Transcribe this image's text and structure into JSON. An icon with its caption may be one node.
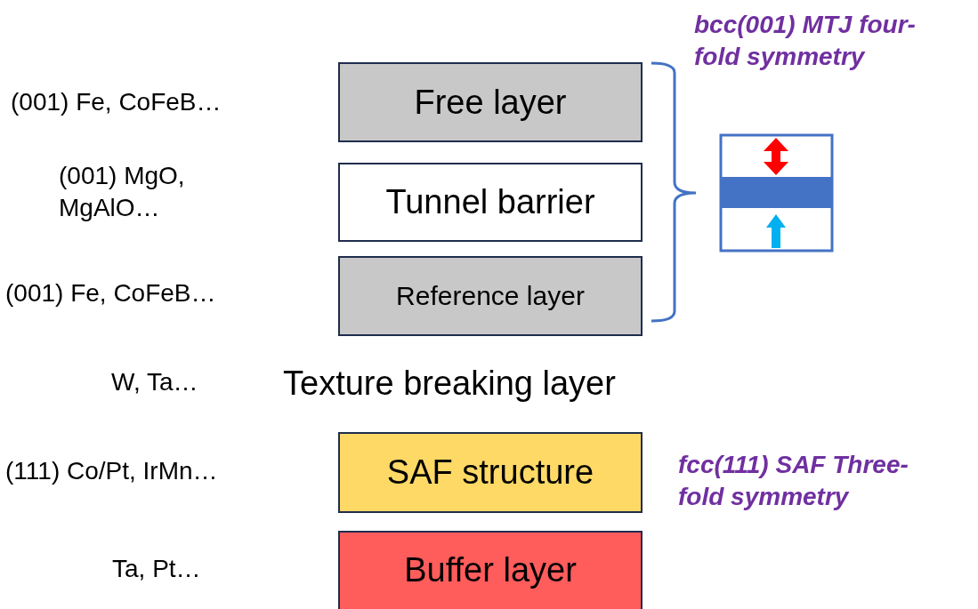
{
  "diagram": {
    "nodes": [
      {
        "text": [
          "Free layer"
        ]
      },
      {
        "text": [
          "Tunnel barrier"
        ]
      },
      {
        "text": [
          "Reference layer"
        ]
      },
      {
        "text": [
          "SAF structure"
        ]
      },
      {
        "text": [
          "Buffer layer"
        ]
      }
    ],
    "labels": [
      "bcc(001) MTJ four-fold symmetry",
      "(001) Fe, CoFeB…",
      "(001) MgO, MgAlO…",
      "(001) Fe, CoFeB…",
      "W, Ta…",
      "Texture breaking layer",
      "(111) Co/Pt, IrMn…",
      "fcc(111) SAF Three-fold symmetry",
      "Ta, Pt…"
    ]
  }
}
